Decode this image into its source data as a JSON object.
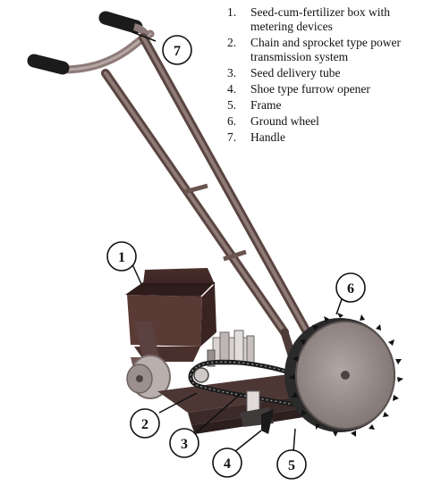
{
  "legend": {
    "items": [
      {
        "num": "1.",
        "text": "Seed-cum-fertilizer box with metering devices"
      },
      {
        "num": "2.",
        "text": "Chain and sprocket type power transmission system"
      },
      {
        "num": "3.",
        "text": "Seed delivery tube"
      },
      {
        "num": "4.",
        "text": "Shoe type furrow opener"
      },
      {
        "num": "5.",
        "text": "Frame"
      },
      {
        "num": "6.",
        "text": "Ground wheel"
      },
      {
        "num": "7.",
        "text": "Handle"
      }
    ]
  },
  "callouts": {
    "c1": "1",
    "c2": "2",
    "c3": "3",
    "c4": "4",
    "c5": "5",
    "c6": "6",
    "c7": "7"
  }
}
